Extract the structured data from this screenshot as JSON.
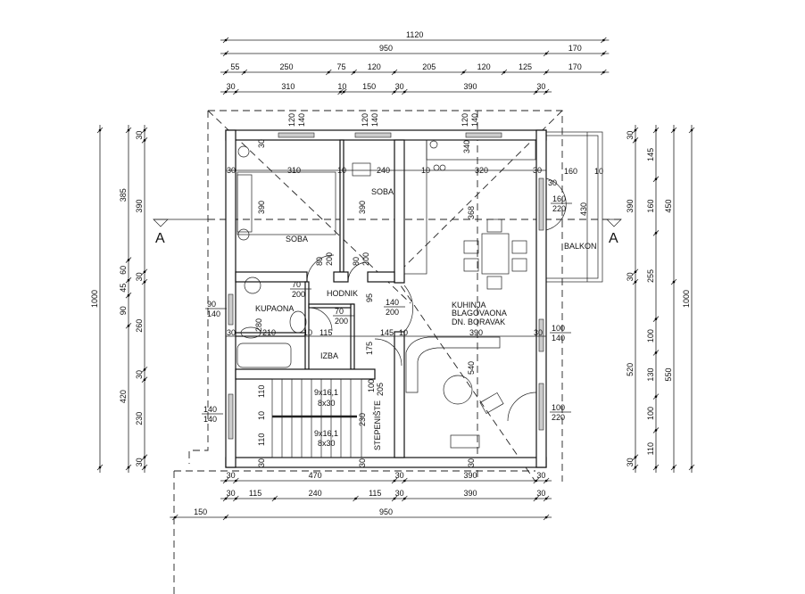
{
  "title": "Floor plan - ground floor",
  "dimensions": {
    "top": [
      [
        1120
      ],
      [
        950,
        170
      ],
      [
        55,
        250,
        75,
        120,
        205,
        120,
        125,
        170
      ],
      [
        30,
        310,
        10,
        150,
        30,
        390,
        30
      ]
    ],
    "bottom": [
      [
        30,
        470,
        30,
        390,
        30
      ],
      [
        30,
        115,
        240,
        115,
        30,
        390,
        30
      ],
      [
        150,
        950
      ]
    ],
    "left": [
      [
        1000
      ],
      [
        385,
        60,
        45,
        90,
        420
      ],
      [
        30,
        390,
        30,
        260,
        30,
        230,
        30
      ]
    ],
    "right": [
      [
        30,
        390,
        30,
        520,
        30
      ],
      [
        145,
        160,
        255,
        100,
        130,
        100,
        110
      ],
      [
        450,
        550
      ],
      [
        1000
      ]
    ]
  },
  "section_marker": "A",
  "rooms": {
    "soba_1": "SOBA",
    "soba_2": "SOBA",
    "hodnik": "HODNIK",
    "kupaona": "KUPAONA",
    "izba": "IZBA",
    "stepeniste": "STEPENIŠTE",
    "kuhinja_1": "KUHINJA",
    "kuhinja_2": "BLAGOVAONA",
    "kuhinja_3": "DN. BORAVAK",
    "balkon": "BALKON"
  },
  "openings": {
    "w_kupaona": [
      "90",
      "140"
    ],
    "w_stair": [
      "140",
      "140"
    ],
    "w_living": [
      "100",
      "140"
    ],
    "d_terrace": [
      "100",
      "220"
    ],
    "d_balkon": [
      "160",
      "220"
    ],
    "d_kupaona": [
      "70",
      "200"
    ],
    "d_izba": [
      "70",
      "200"
    ],
    "d_kitchen": [
      "140",
      "200"
    ],
    "w_top1": [
      "120",
      "140"
    ],
    "w_top2": [
      "120",
      "140"
    ],
    "w_top3": [
      "120",
      "140"
    ],
    "d_soba1": [
      "80",
      "200"
    ],
    "d_soba2": [
      "80",
      "200"
    ]
  },
  "stairs": {
    "run1": [
      "9x16,1",
      "8x30"
    ],
    "run2": [
      "9x16,1",
      "8x30"
    ]
  },
  "inner_dims": {
    "soba1_w": "310",
    "soba2_w": "240",
    "kitchen_w": "320",
    "soba1_h": "390",
    "soba2_h": "390",
    "kitchen_h": "368",
    "living_h": "540",
    "living_w": "390",
    "kup_w": "210",
    "izba_w": "115",
    "hod_w": "145",
    "kup_h": "280",
    "balkon_h": "430",
    "balkon_w": "160",
    "hod_h": "175",
    "stair_d1": "100",
    "stair_d2": "205",
    "stair_len": "230",
    "run_a": "110",
    "landing": "10",
    "run_b": "110",
    "wall_30": "30",
    "wall_10": "10",
    "hod_95": "95",
    "kit_340": "340"
  }
}
